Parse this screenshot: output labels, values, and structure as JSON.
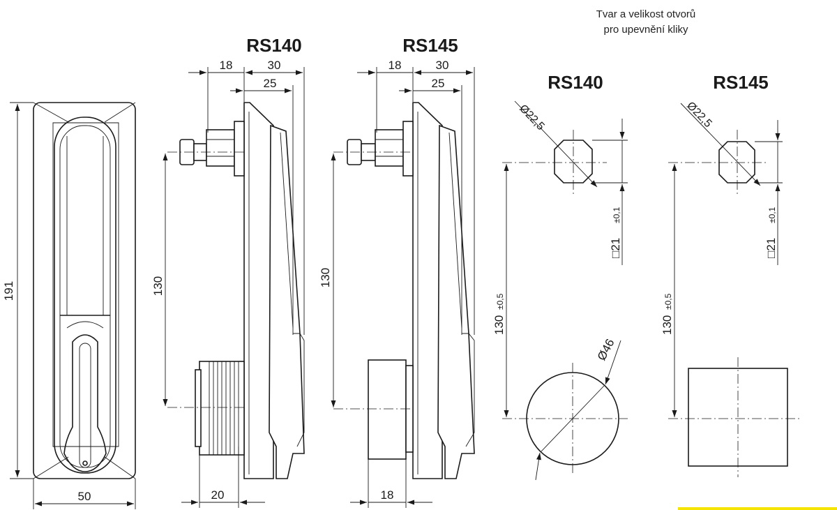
{
  "note": {
    "line1": "Tvar a velikost otvorů",
    "line2": "pro upevnění kliky"
  },
  "models": {
    "side_left": "RS140",
    "side_right": "RS145",
    "hole_left": "RS140",
    "hole_right": "RS145"
  },
  "front_view": {
    "height_label": "191",
    "width_label": "50"
  },
  "side_rs140": {
    "dim_a": "18",
    "dim_b": "30",
    "dim_c": "25",
    "height": "130",
    "knob_width": "20"
  },
  "side_rs145": {
    "dim_a": "18",
    "dim_b": "30",
    "dim_c": "25",
    "height": "130",
    "block_width": "18"
  },
  "hole_rs140": {
    "diameter_small": "Ø22,5",
    "square": "□21",
    "square_tol": "±0,1",
    "distance": "130",
    "distance_tol": "±0,5",
    "diameter_large": "Ø46"
  },
  "hole_rs145": {
    "diameter_small": "Ø22,5",
    "square": "□21",
    "square_tol": "±0,1",
    "distance": "130",
    "distance_tol": "±0,5"
  },
  "accent_color": "#f5e400"
}
